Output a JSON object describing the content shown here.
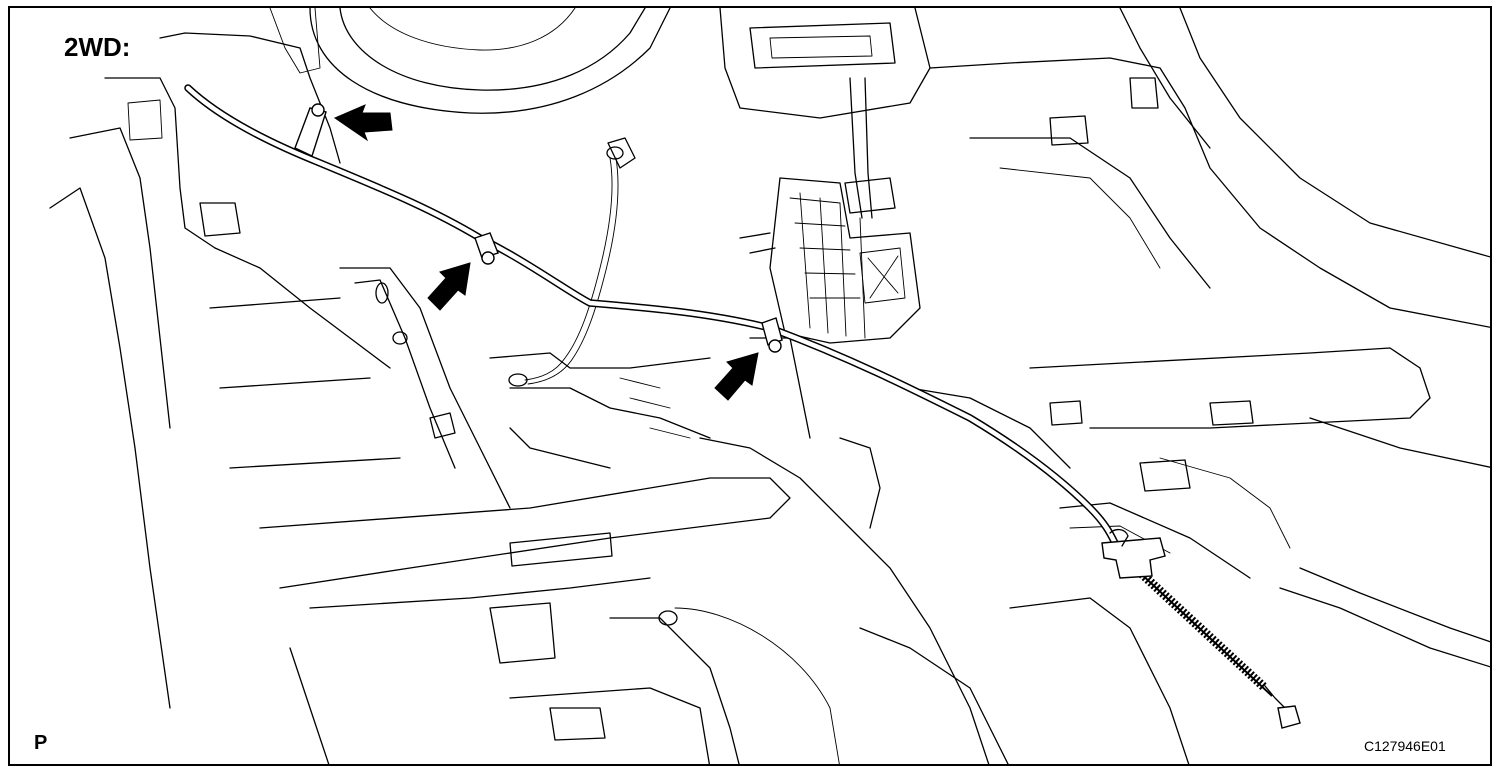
{
  "labels": {
    "variant": "2WD:",
    "corner": "P",
    "figure_code": "C127946E01"
  },
  "callouts": [
    {
      "name": "arrow-clip-1",
      "points_to": "cable-clamp"
    },
    {
      "name": "arrow-clip-2",
      "points_to": "cable-clamp"
    },
    {
      "name": "arrow-clip-3",
      "points_to": "cable-clamp"
    }
  ],
  "colors": {
    "line": "#000000",
    "background": "#ffffff"
  }
}
